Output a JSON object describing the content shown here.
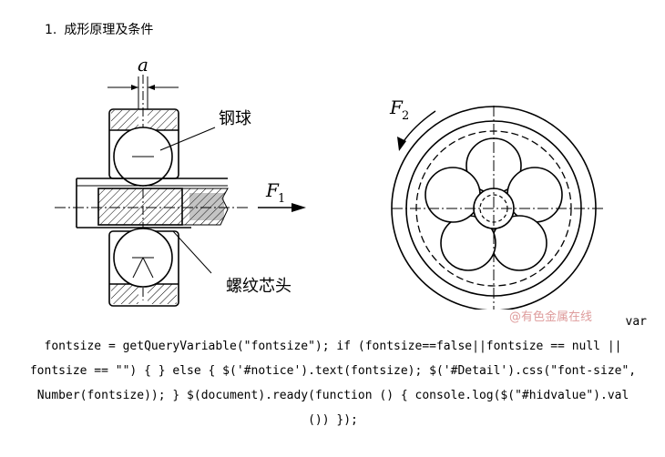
{
  "heading": {
    "number": "1.",
    "title": "成形原理及条件"
  },
  "figure": {
    "label_a": "a",
    "label_ball": "钢球",
    "label_core": "螺纹芯头",
    "label_f1": "F",
    "label_f1_sub": "1",
    "label_f2": "F",
    "label_f2_sub": "2"
  },
  "watermark": "@有色金属在线",
  "code_lines": [
    "var",
    "fontsize = getQueryVariable(\"fontsize\"); if (fontsize==false||fontsize == null ||",
    "fontsize == \"\") { } else { $('#notice').text(fontsize); $('#Detail').css(\"font-size\",",
    "Number(fontsize)); } $(document).ready(function () { console.log($(\"#hidvalue\").val",
    "()) });"
  ]
}
